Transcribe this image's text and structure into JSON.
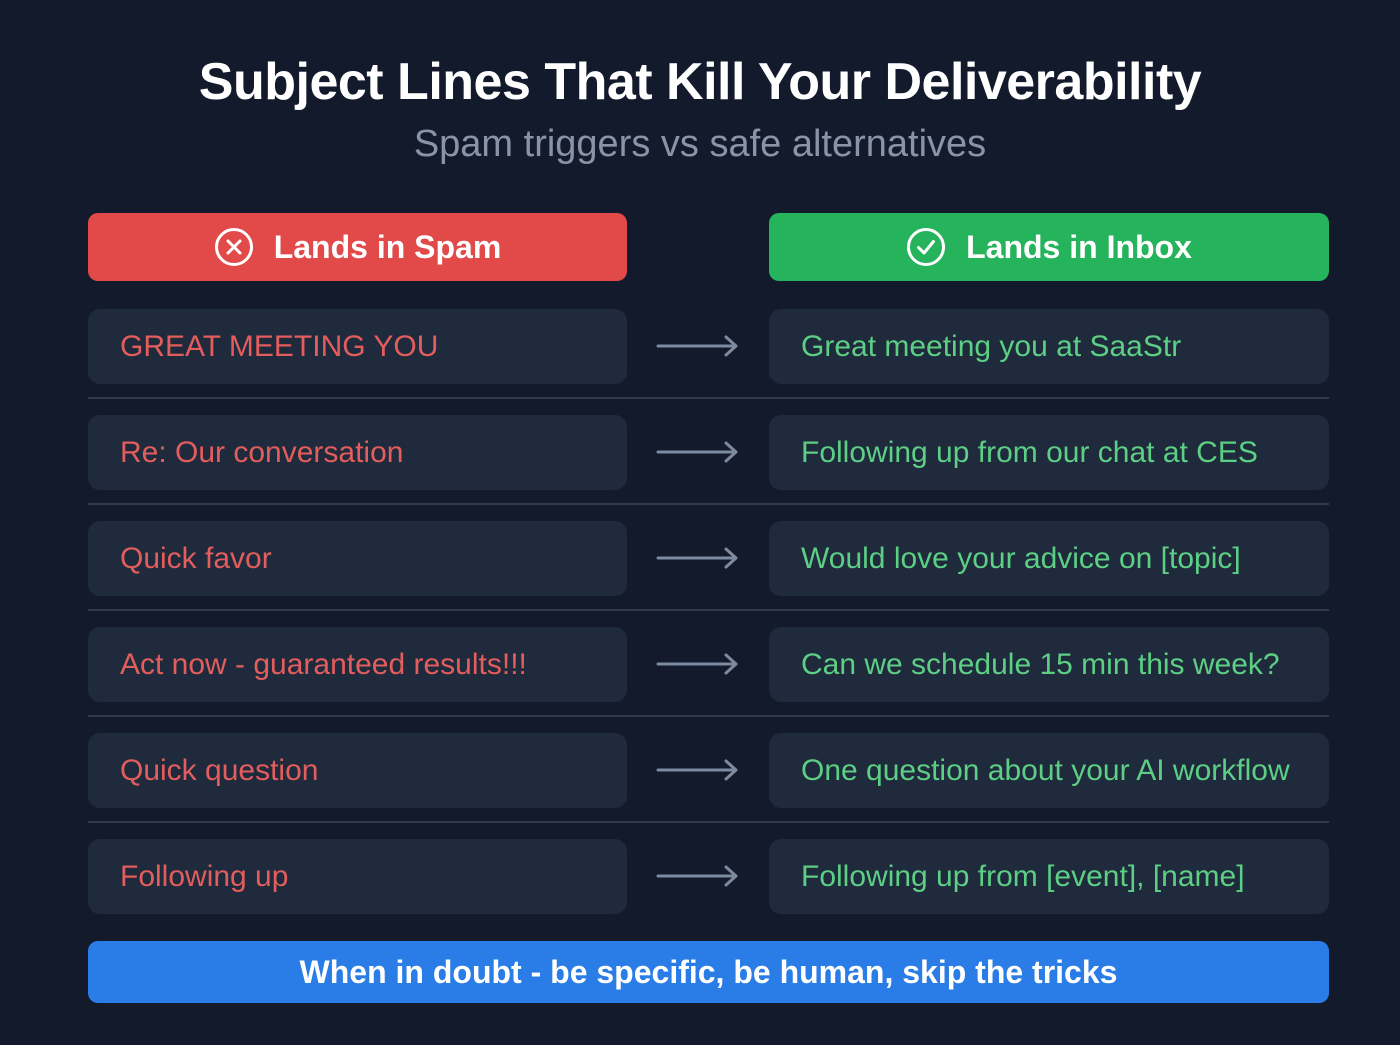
{
  "header": {
    "title": "Subject Lines That Kill Your Deliverability",
    "subtitle": "Spam triggers vs safe alternatives"
  },
  "columns": {
    "spam": {
      "label": "Lands in Spam",
      "icon": "x-circle-icon",
      "color": "#e24a4a"
    },
    "inbox": {
      "label": "Lands in Inbox",
      "icon": "check-circle-icon",
      "color": "#25b45c"
    }
  },
  "rows": [
    {
      "spam": "GREAT MEETING YOU",
      "inbox": "Great meeting you at SaaStr"
    },
    {
      "spam": "Re: Our conversation",
      "inbox": "Following up from our chat at CES"
    },
    {
      "spam": "Quick favor",
      "inbox": "Would love your advice on [topic]"
    },
    {
      "spam": "Act now - guaranteed results!!!",
      "inbox": "Can we schedule 15 min this week?"
    },
    {
      "spam": "Quick question",
      "inbox": "One question about your AI workflow"
    },
    {
      "spam": "Following up",
      "inbox": "Following up from [event], [name]"
    }
  ],
  "footer": {
    "banner": "When in doubt - be specific, be human, skip the tricks",
    "color": "#2a7de6"
  },
  "colors": {
    "background": "#131a2c",
    "card": "#1f2a3c",
    "spam_text": "#e35d5d",
    "inbox_text": "#5ccf84",
    "arrow": "#7d8ba0"
  }
}
